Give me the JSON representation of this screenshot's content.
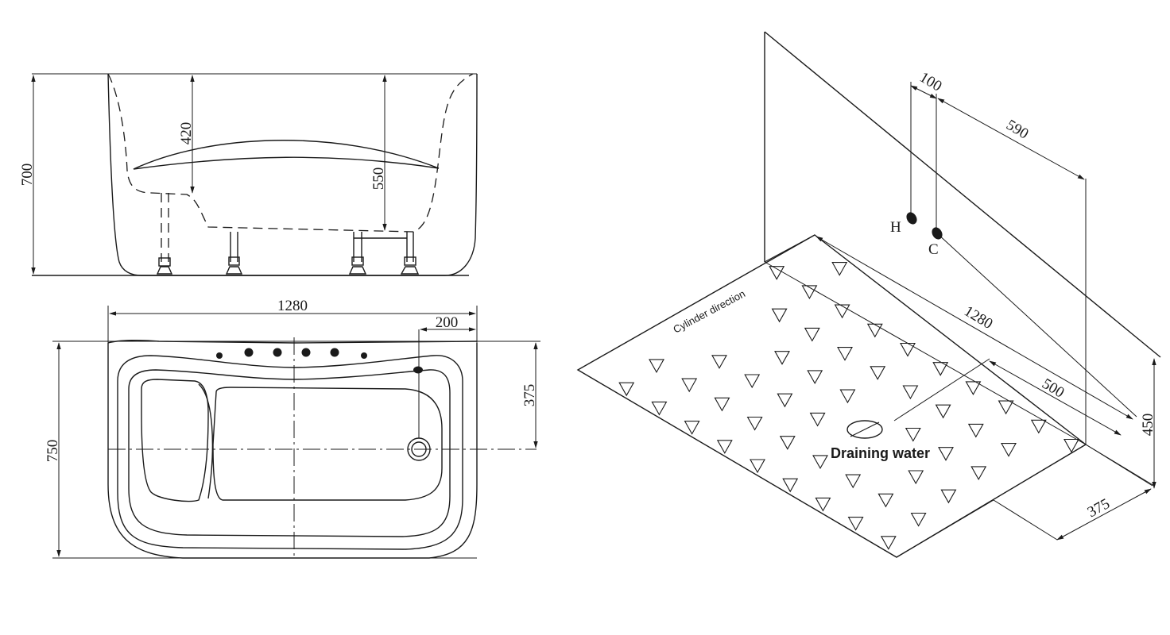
{
  "elevation": {
    "height": "700",
    "headrest_height": "420",
    "seat_height": "550"
  },
  "plan": {
    "length": "1280",
    "width": "750",
    "drain_offset_end": "200",
    "drain_offset_side": "375"
  },
  "install": {
    "pipe_spacing": "100",
    "pipe_offset": "590",
    "floor_length": "1280",
    "drain_to_wall": "500",
    "pipe_height": "450",
    "drain_width": "375",
    "hot_label": "H",
    "cold_label": "C",
    "direction_label": "Cylinder direction",
    "drain_label": "Draining water"
  }
}
